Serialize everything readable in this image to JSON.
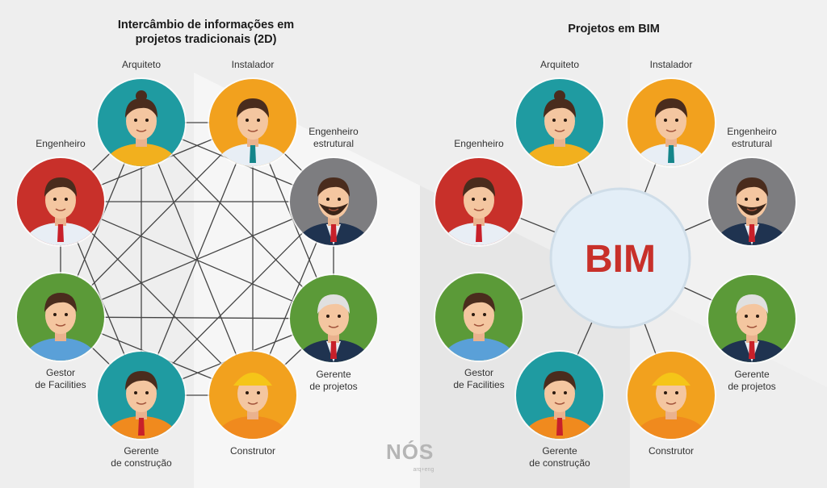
{
  "left_panel": {
    "title_line1": "Intercâmbio de informações em",
    "title_line2": "projetos tradicionais (2D)"
  },
  "right_panel": {
    "title": "Projetos em BIM",
    "hub_label": "BIM"
  },
  "roles": [
    {
      "id": "arquiteto",
      "lines": [
        "Arquiteto"
      ],
      "color": "#1f9ba1",
      "label_pos": "above"
    },
    {
      "id": "instalador",
      "lines": [
        "Instalador"
      ],
      "color": "#f2a11e",
      "label_pos": "above"
    },
    {
      "id": "engenheiro-estrutural",
      "lines": [
        "Engenheiro",
        "estrutural"
      ],
      "color": "#7d7d80",
      "label_pos": "above"
    },
    {
      "id": "gerente-de-projetos",
      "lines": [
        "Gerente",
        "de projetos"
      ],
      "color": "#5b9a38",
      "label_pos": "below"
    },
    {
      "id": "construtor",
      "lines": [
        "Construtor"
      ],
      "color": "#f2a11e",
      "label_pos": "below"
    },
    {
      "id": "gerente-de-construcao",
      "lines": [
        "Gerente",
        "de construção"
      ],
      "color": "#1f9ba1",
      "label_pos": "below"
    },
    {
      "id": "gestor-de-facilities",
      "lines": [
        "Gestor",
        "de Facilities"
      ],
      "color": "#5b9a38",
      "label_pos": "below"
    },
    {
      "id": "engenheiro",
      "lines": [
        "Engenheiro"
      ],
      "color": "#c8302a",
      "label_pos": "above"
    }
  ],
  "colors": {
    "line": "#444444",
    "bim_text": "#c8302a",
    "bim_fill": "#e3eef7"
  },
  "logo": {
    "name": "NÓS",
    "tagline": "arq+eng"
  }
}
